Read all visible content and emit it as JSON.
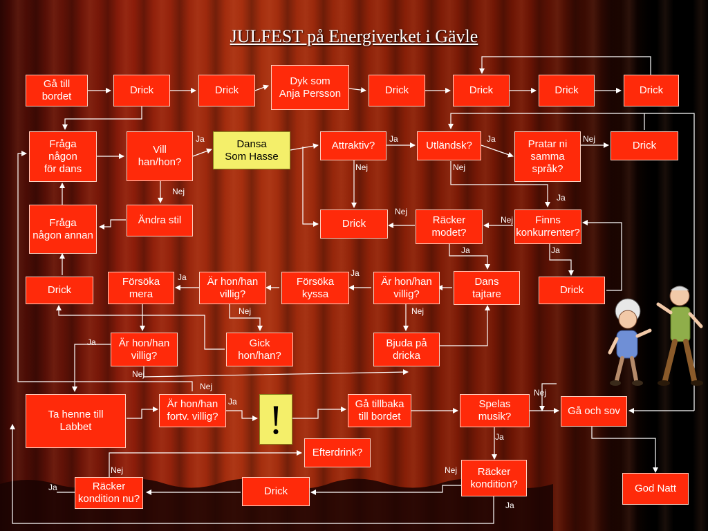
{
  "title": "JULFEST på Energiverket i Gävle",
  "boxes": {
    "ga_till_bordet": "Gå till\nbordet",
    "drick_1": "Drick",
    "drick_2": "Drick",
    "dyk_som": "Dyk som\nAnja Persson",
    "drick_3": "Drick",
    "drick_4": "Drick",
    "drick_5": "Drick",
    "drick_6": "Drick",
    "fraga_nagon": "Fråga\nnågon\nför dans",
    "vill_hanhon": "Vill\nhan/hon?",
    "dansa": "Dansa\nSom Hasse",
    "attraktiv": "Attraktiv?",
    "utlandsk": "Utländsk?",
    "pratar_ni": "Pratar ni\nsamma\nspråk?",
    "drick_7": "Drick",
    "fraga_annan": "Fråga\nnågon annan",
    "andra_stil": "Ändra stil",
    "drick_8": "Drick",
    "racker_modet": "Räcker\nmodet?",
    "finns_konk": "Finns\nkonkurrenter?",
    "drick_9": "Drick",
    "forsoka_mera": "Försöka\nmera",
    "ar_villig_1": "Är hon/han\nvillig?",
    "forsoka_kyssa": "Försöka\nkyssa",
    "ar_villig_2": "Är hon/han\nvillig?",
    "dans_tajtare": "Dans\ntajtare",
    "drick_10": "Drick",
    "ar_villig_3": "Är hon/han\nvillig?",
    "gick": "Gick\nhon/han?",
    "bjuda": "Bjuda på\ndricka",
    "ta_henne": "Ta henne till\nLabbet",
    "ar_fortv": "Är hon/han\nfortv. villig?",
    "bang": "!",
    "ga_tillbaka": "Gå tillbaka\ntill bordet",
    "spelas": "Spelas\nmusik?",
    "ga_och_sov": "Gå och sov",
    "efterdrink": "Efterdrink?",
    "racker_kond": "Räcker\nkondition?",
    "racker_kond_nu": "Räcker\nkondition nu?",
    "drick_11": "Drick",
    "god_natt": "God Natt"
  },
  "labels": {
    "ja_1": "Ja",
    "nej_1": "Nej",
    "ja_2": "Ja",
    "nej_2": "Nej",
    "ja_3": "Ja",
    "nej_3": "Nej",
    "nej_4": "Nej",
    "ja_4": "Ja",
    "nej_5": "Nej",
    "nej_6": "Nej",
    "ja_5": "Ja",
    "ja_6": "Ja",
    "ja_7": "Ja",
    "ja_8": "Ja",
    "nej_7": "Nej",
    "nej_8": "Nej",
    "ja_9": "Ja",
    "nej_9": "Nej",
    "nej_10": "Nej",
    "ja_10": "Ja",
    "nej_11": "Nej",
    "ja_11": "Ja",
    "nej_12": "Nej",
    "ja_12": "Ja",
    "nej_13": "Nej",
    "ja_13": "Ja"
  },
  "colors": {
    "box_fill": "#ff2a0a",
    "highlight_fill": "#f4ef6a",
    "text": "#ffffff",
    "line": "#ffffff"
  },
  "icons": [
    "dancing-elderly-couple-illustration"
  ]
}
